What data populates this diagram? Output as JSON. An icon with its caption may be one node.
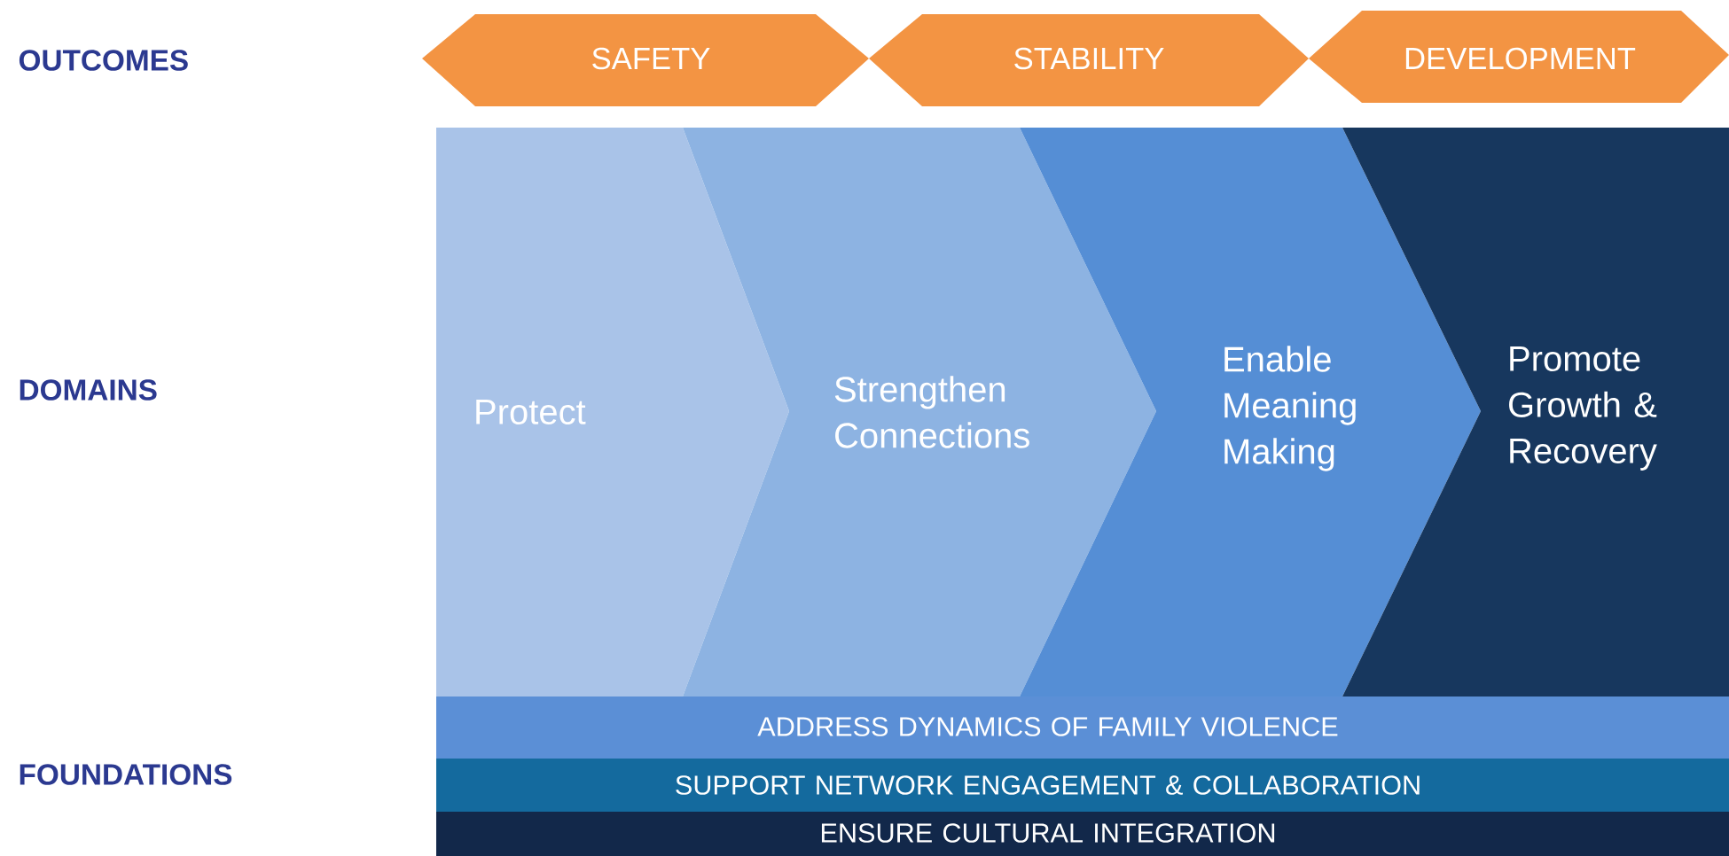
{
  "diagram": {
    "nodes": [
      {
        "text": [
          "SAFETY"
        ]
      },
      {
        "text": [
          "STABILITY"
        ]
      },
      {
        "text": [
          "DEVELOPMENT"
        ]
      },
      {
        "text": [
          "Protect"
        ]
      },
      {
        "text": [
          "Strengthen Connections"
        ]
      },
      {
        "text": [
          "Enable Meaning Making"
        ]
      },
      {
        "text": [
          "Promote Growth & Recovery"
        ]
      },
      {
        "text": [
          "ADDRESS DYNAMICS OF FAMILY VIOLENCE"
        ]
      },
      {
        "text": [
          "SUPPORT NETWORK ENGAGEMENT & COLLABORATION"
        ]
      },
      {
        "text": [
          "ENSURE CULTURAL INTEGRATION"
        ]
      }
    ],
    "labels": [
      "OUTCOMES",
      "DOMAINS",
      "FOUNDATIONS"
    ]
  }
}
